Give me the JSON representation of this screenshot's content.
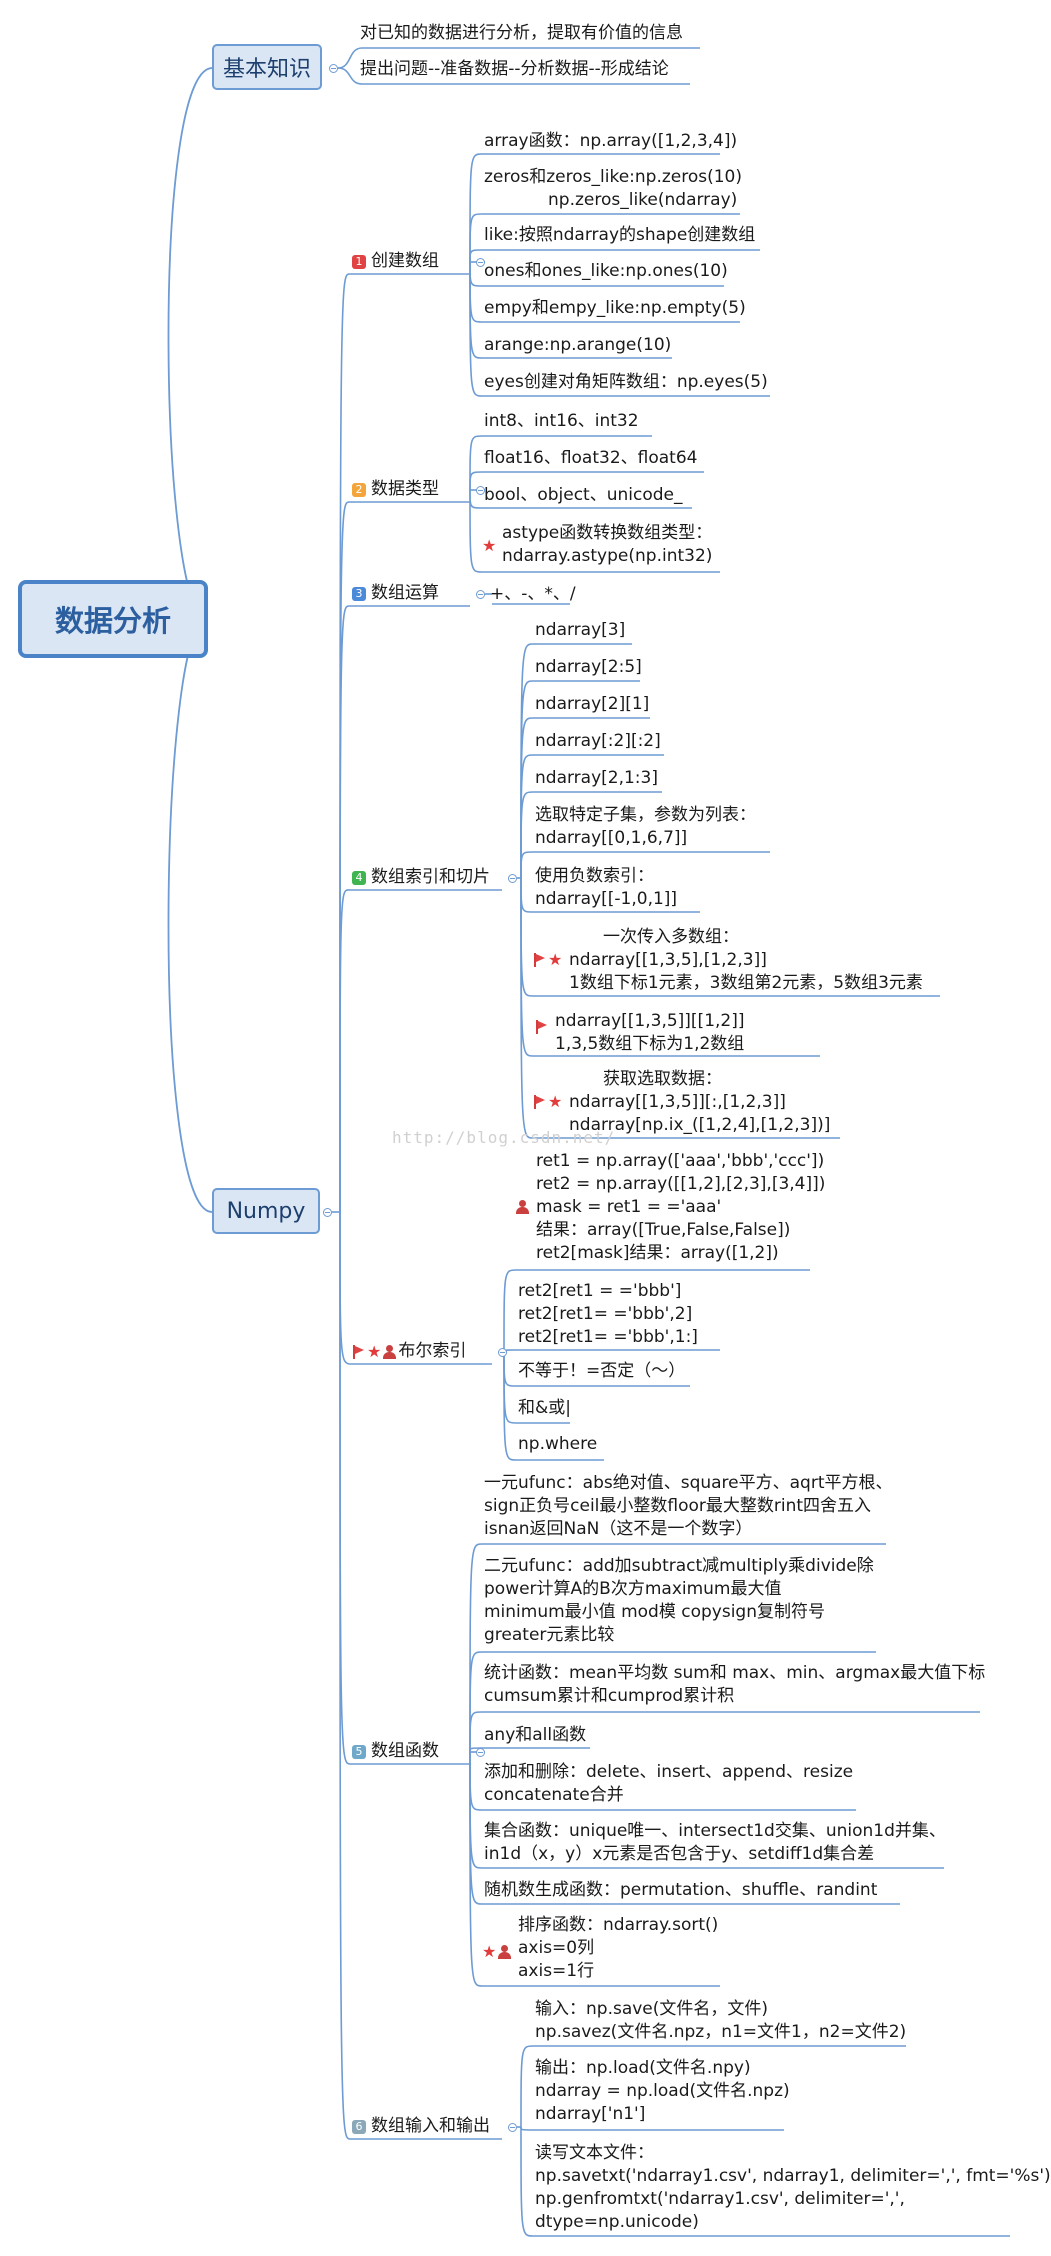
{
  "root": "数据分析",
  "watermark": "http://blog.csdn.net/",
  "basic": {
    "title": "基本知识",
    "items": [
      "对已知的数据进行分析，提取有价值的信息",
      "提出问题--准备数据--分析数据--形成结论"
    ]
  },
  "numpy": {
    "title": "Numpy",
    "create": {
      "num": "1",
      "label": "创建数组",
      "items": [
        [
          "array函数：np.array([1,2,3,4])"
        ],
        [
          "zeros和zeros_like:np.zeros(10)",
          "np.zeros_like(ndarray)"
        ],
        [
          "like:按照ndarray的shape创建数组"
        ],
        [
          "ones和ones_like:np.ones(10)"
        ],
        [
          "empy和empy_like:np.empty(5)"
        ],
        [
          "arange:np.arange(10)"
        ],
        [
          "eyes创建对角矩阵数组：np.eyes(5)"
        ]
      ]
    },
    "types": {
      "num": "2",
      "label": "数据类型",
      "items": [
        [
          "int8、int16、int32"
        ],
        [
          "float16、float32、float64"
        ],
        [
          "bool、object、unicode_"
        ],
        [
          "astype函数转换数组类型：",
          "ndarray.astype(np.int32)"
        ]
      ]
    },
    "ops": {
      "num": "3",
      "label": "数组运算",
      "item": "+、-、*、/"
    },
    "index": {
      "num": "4",
      "label": "数组索引和切片",
      "items": [
        [
          "ndarray[3]"
        ],
        [
          "ndarray[2:5]"
        ],
        [
          "ndarray[2][1]"
        ],
        [
          "ndarray[:2][:2]"
        ],
        [
          "ndarray[2,1:3]"
        ],
        [
          "选取特定子集，参数为列表：",
          "ndarray[[0,1,6,7]]"
        ],
        [
          "使用负数索引：",
          "ndarray[[-1,0,1]]"
        ],
        [
          "一次传入多数组：",
          "ndarray[[1,3,5],[1,2,3]]",
          "1数组下标1元素，3数组第2元素，5数组3元素"
        ],
        [
          "ndarray[[1,3,5]][[1,2]]",
          "1,3,5数组下标为1,2数组"
        ],
        [
          "获取选取数据：",
          "ndarray[[1,3,5]][:,[1,2,3]]",
          "ndarray[np.ix_([1,2,4],[1,2,3])]"
        ]
      ]
    },
    "bool": {
      "label": "布尔索引",
      "items": [
        [
          "ret1 = np.array(['aaa','bbb','ccc'])",
          "ret2 = np.array([[1,2],[2,3],[3,4]])",
          "mask = ret1 = ='aaa'",
          "结果：array([True,False,False])",
          "ret2[mask]结果：array([1,2])"
        ],
        [
          "ret2[ret1 = ='bbb']",
          "ret2[ret1= ='bbb',2]",
          "ret2[ret1= ='bbb',1:]"
        ],
        [
          "不等于！=否定（～）"
        ],
        [
          "和&或|"
        ],
        [
          "np.where"
        ]
      ]
    },
    "funcs": {
      "num": "5",
      "label": "数组函数",
      "items": [
        [
          "一元ufunc：abs绝对值、square平方、aqrt平方根、",
          "sign正负号ceil最小整数floor最大整数rint四舍五入",
          "isnan返回NaN（这不是一个数字）"
        ],
        [
          "二元ufunc：add加subtract减multiply乘divide除",
          "power计算A的B次方maximum最大值",
          "minimum最小值 mod模 copysign复制符号",
          "greater元素比较"
        ],
        [
          "统计函数：mean平均数 sum和 max、min、argmax最大值下标",
          "cumsum累计和cumprod累计积"
        ],
        [
          "any和all函数"
        ],
        [
          "添加和删除：delete、insert、append、resize",
          "concatenate合并"
        ],
        [
          "集合函数：unique唯一、intersect1d交集、union1d并集、",
          "in1d（x，y）x元素是否包含于y、setdiff1d集合差"
        ],
        [
          "随机数生成函数：permutation、shuffle、randint"
        ],
        [
          "排序函数：ndarray.sort()",
          "axis=0列",
          "axis=1行"
        ]
      ]
    },
    "io": {
      "num": "6",
      "label": "数组输入和输出",
      "items": [
        [
          "输入：np.save(文件名，文件)",
          "np.savez(文件名.npz，n1=文件1，n2=文件2)"
        ],
        [
          "输出：np.load(文件名.npy)",
          "ndarray = np.load(文件名.npz)",
          "ndarray['n1']"
        ],
        [
          "读写文本文件：",
          "np.savetxt('ndarray1.csv', ndarray1, delimiter=',', fmt='%s')",
          "np.genfromtxt('ndarray1.csv', delimiter=',',",
          "dtype=np.unicode)"
        ]
      ]
    }
  },
  "colors": {
    "line": "#6d9bd3",
    "root_border": "#4a83c8",
    "box_fill": "#dbe6f4",
    "badge1": "#e04343",
    "badge2": "#f3a43a",
    "badge3": "#4a8ad8",
    "badge4": "#3fb450",
    "badge5": "#6fa8c8",
    "badge6": "#8aa8b8"
  }
}
